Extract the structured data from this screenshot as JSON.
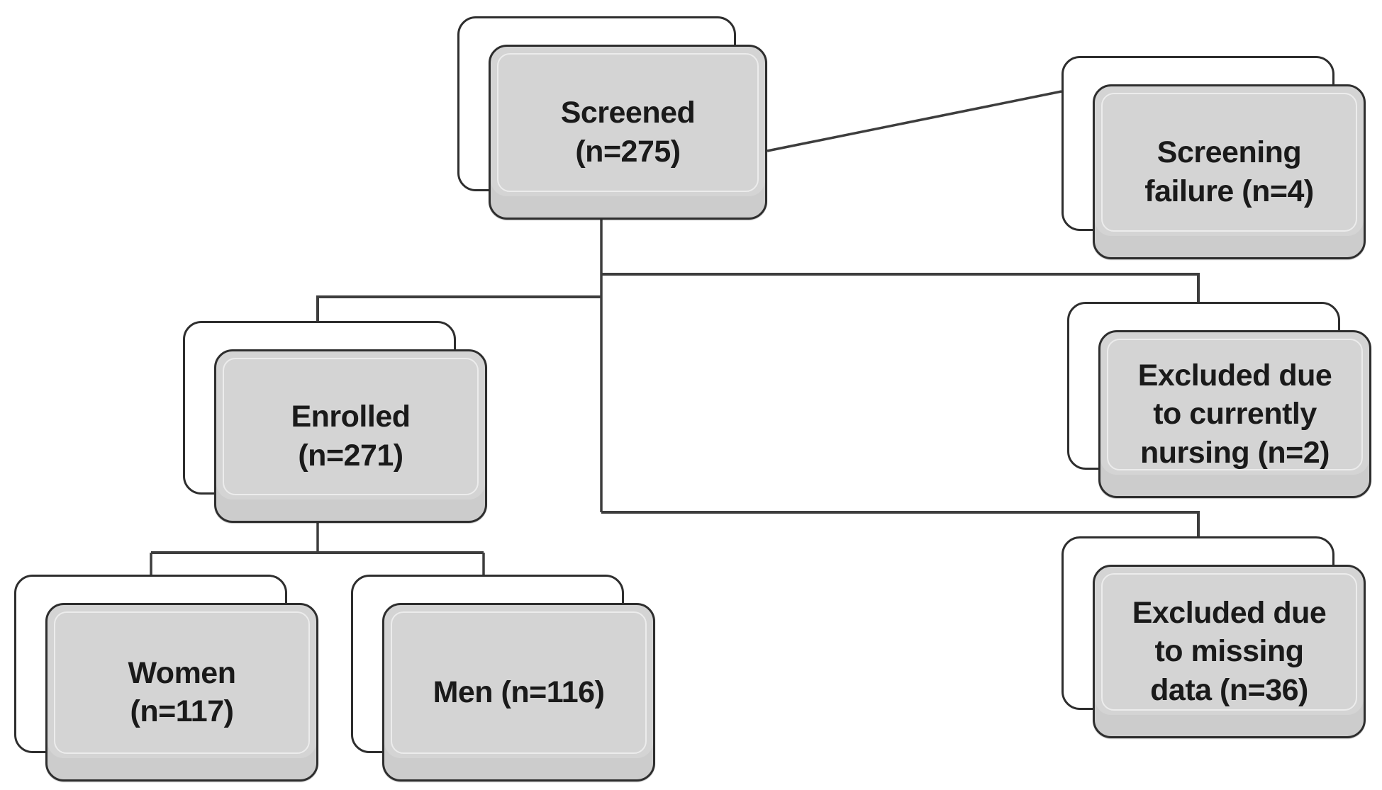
{
  "diagram": {
    "type": "flowchart",
    "description": "Participant screening and enrollment flow diagram",
    "nodes": {
      "screened": {
        "label": "Screened (n=275)",
        "lines": [
          "Screened",
          "(n=275)"
        ],
        "n": 275
      },
      "screening_failure": {
        "label": "Screening failure (n=4)",
        "lines": [
          "Screening",
          "failure (n=4)"
        ],
        "n": 4
      },
      "excluded_nursing": {
        "label": "Excluded due to currently nursing (n=2)",
        "lines": [
          "Excluded due",
          "to currently",
          "nursing (n=2)"
        ],
        "n": 2
      },
      "enrolled": {
        "label": "Enrolled (n=271)",
        "lines": [
          "Enrolled",
          "(n=271)"
        ],
        "n": 271
      },
      "excluded_missing": {
        "label": "Excluded due to missing data (n=36)",
        "lines": [
          "Excluded due",
          "to missing",
          "data (n=36)"
        ],
        "n": 36
      },
      "women": {
        "label": "Women (n=117)",
        "lines": [
          "Women",
          "(n=117)"
        ],
        "n": 117
      },
      "men": {
        "label": "Men (n=116)",
        "lines": [
          "Men (n=116)"
        ],
        "n": 116
      }
    },
    "edges": [
      {
        "from": "screened",
        "to": "screening_failure"
      },
      {
        "from": "screened",
        "to": "excluded_nursing"
      },
      {
        "from": "screened",
        "to": "enrolled"
      },
      {
        "from": "screened",
        "to": "excluded_missing"
      },
      {
        "from": "enrolled",
        "to": "women"
      },
      {
        "from": "enrolled",
        "to": "men"
      }
    ],
    "colors": {
      "background": "#ffffff",
      "box_fill": "#d4d4d4",
      "box_back_fill": "#ffffff",
      "box_border": "#2e2e2e",
      "connector_line": "#3d3d3d",
      "text": "#1a1a1a"
    }
  }
}
